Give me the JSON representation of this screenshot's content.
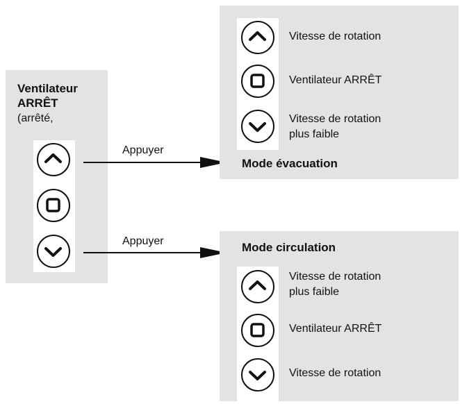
{
  "colors": {
    "panel": "#e3e3e3",
    "ink": "#111111"
  },
  "left_panel": {
    "title_line1": "Ventilateur",
    "title_line2": "ARRÊT",
    "subtitle": "(arrêté,",
    "icons": [
      "chevron-up-icon",
      "stop-square-icon",
      "chevron-down-icon"
    ]
  },
  "arrows": [
    {
      "label": "Appuyer"
    },
    {
      "label": "Appuyer"
    }
  ],
  "evacuation_panel": {
    "items": [
      {
        "icon": "chevron-up-icon",
        "label": "Vitesse de rotation"
      },
      {
        "icon": "stop-square-icon",
        "label": "Ventilateur ARRÊT"
      },
      {
        "icon": "chevron-down-icon",
        "label_line1": "Vitesse de rotation",
        "label_line2": "plus faible"
      }
    ],
    "title": "Mode évacuation"
  },
  "circulation_panel": {
    "title": "Mode circulation",
    "items": [
      {
        "icon": "chevron-up-icon",
        "label_line1": "Vitesse de rotation",
        "label_line2": "plus faible"
      },
      {
        "icon": "stop-square-icon",
        "label": "Ventilateur ARRÊT"
      },
      {
        "icon": "chevron-down-icon",
        "label": "Vitesse de rotation"
      }
    ]
  }
}
